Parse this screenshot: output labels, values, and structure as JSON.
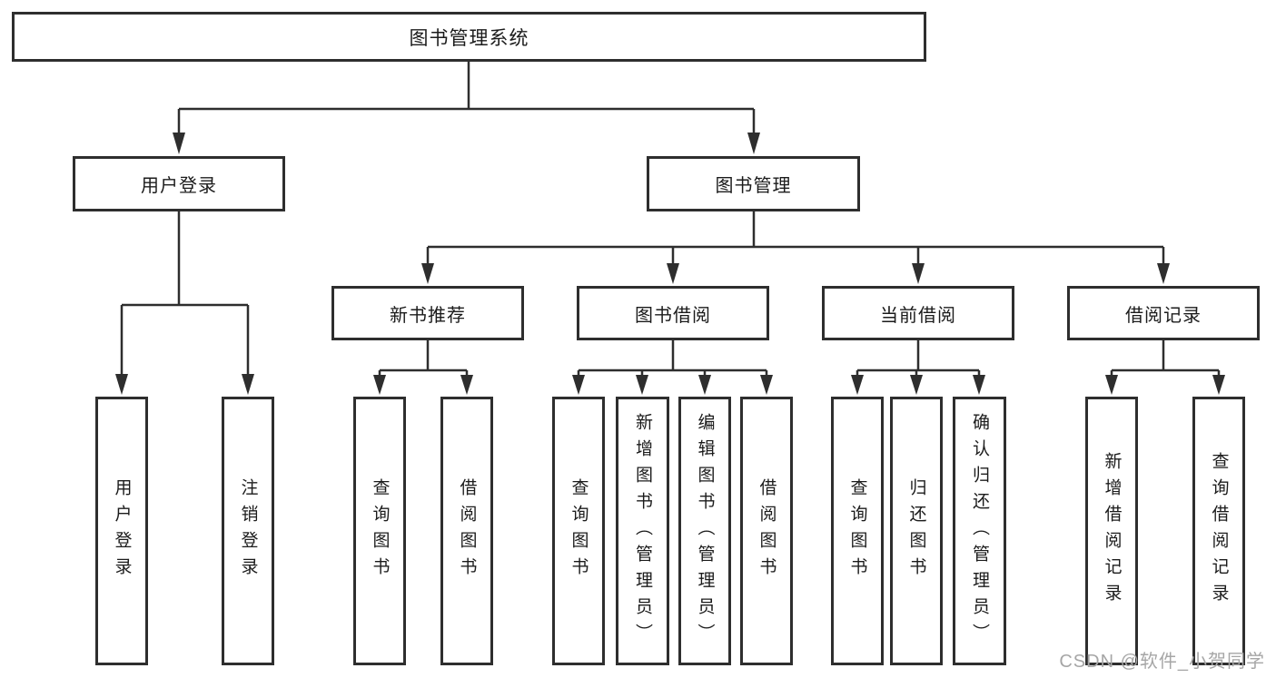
{
  "diagram": {
    "type": "hierarchy-tree",
    "nodes": {
      "root": "图书管理系统",
      "user_login": "用户登录",
      "book_mgmt": "图书管理",
      "new_book_rec": "新书推荐",
      "book_borrow": "图书借阅",
      "current_borrow": "当前借阅",
      "borrow_records": "借阅记录",
      "leaf_user_login": "用户登录",
      "leaf_logout": "注销登录",
      "leaf_query_books_1": "查询图书",
      "leaf_borrow_books_1": "借阅图书",
      "leaf_query_books_2": "查询图书",
      "leaf_add_books": "新增图书（管理员）",
      "leaf_edit_books": "编辑图书（管理员）",
      "leaf_borrow_books_2": "借阅图书",
      "leaf_query_books_3": "查询图书",
      "leaf_return_books": "归还图书",
      "leaf_confirm_return": "确认归还（管理员）",
      "leaf_add_borrow_record": "新增借阅记录",
      "leaf_query_borrow_record": "查询借阅记录"
    },
    "edges": [
      [
        "root",
        "user_login"
      ],
      [
        "root",
        "book_mgmt"
      ],
      [
        "user_login",
        "leaf_user_login"
      ],
      [
        "user_login",
        "leaf_logout"
      ],
      [
        "book_mgmt",
        "new_book_rec"
      ],
      [
        "book_mgmt",
        "book_borrow"
      ],
      [
        "book_mgmt",
        "current_borrow"
      ],
      [
        "book_mgmt",
        "borrow_records"
      ],
      [
        "new_book_rec",
        "leaf_query_books_1"
      ],
      [
        "new_book_rec",
        "leaf_borrow_books_1"
      ],
      [
        "book_borrow",
        "leaf_query_books_2"
      ],
      [
        "book_borrow",
        "leaf_add_books"
      ],
      [
        "book_borrow",
        "leaf_edit_books"
      ],
      [
        "book_borrow",
        "leaf_borrow_books_2"
      ],
      [
        "current_borrow",
        "leaf_query_books_3"
      ],
      [
        "current_borrow",
        "leaf_return_books"
      ],
      [
        "current_borrow",
        "leaf_confirm_return"
      ],
      [
        "borrow_records",
        "leaf_add_borrow_record"
      ],
      [
        "borrow_records",
        "leaf_query_borrow_record"
      ]
    ],
    "colors": {
      "line": "#2e2e2e",
      "box_border": "#2e2e2e",
      "box_fill": "#ffffff",
      "text": "#1b1b1b",
      "background": "#ffffff",
      "watermark": "#a6a6a6"
    }
  },
  "watermark": "CSDN @软件_小贺同学"
}
